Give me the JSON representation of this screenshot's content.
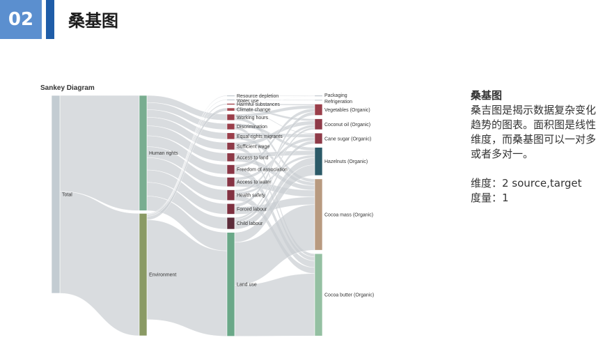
{
  "header": {
    "number": "02",
    "title": "桑基图"
  },
  "description": {
    "heading": "桑基图",
    "body": "桑吉图是揭示数据复杂变化趋势的图表。面积图是线性维度，而桑基图可以一对多或者多对一。",
    "dimension": "维度：2 source,target",
    "measure": "度量：1"
  },
  "chart_data": {
    "type": "sankey",
    "title": "Sankey Diagram",
    "levels": [
      [
        "Total"
      ],
      [
        "Human rights",
        "Environment"
      ],
      [
        "Resource depletion",
        "Water use",
        "Harmful substances",
        "Climate change",
        "Working hours",
        "Discrimination",
        "Equal rights migrants",
        "Sufficient wage",
        "Access to land",
        "Freedom of association",
        "Access to water",
        "Health safety",
        "Forced labour",
        "Child labour",
        "Land use"
      ],
      [
        "Packaging",
        "Refrigeration",
        "Vegetables (Organic)",
        "Coconut oil (Organic)",
        "Cane sugar (Organic)",
        "Hazelnuts (Organic)",
        "Cocoa mass (Organic)",
        "Cocoa butter (Organic)"
      ]
    ],
    "nodes": [
      {
        "name": "Total",
        "value": 100,
        "color": "#c3ccd2"
      },
      {
        "name": "Human rights",
        "value": 48.5,
        "color": "#79ad90"
      },
      {
        "name": "Environment",
        "value": 51.5,
        "color": "#8a9a64"
      },
      {
        "name": "Resource depletion",
        "value": 0.3,
        "color": "#b9c0c8"
      },
      {
        "name": "Water use",
        "value": 0.3,
        "color": "#b9c0c8"
      },
      {
        "name": "Harmful substances",
        "value": 0.6,
        "color": "#a54a52"
      },
      {
        "name": "Climate change",
        "value": 1.5,
        "color": "#a54a52"
      },
      {
        "name": "Working hours",
        "value": 3.0,
        "color": "#9a3e4a"
      },
      {
        "name": "Discrimination",
        "value": 3.0,
        "color": "#9a3e4a"
      },
      {
        "name": "Equal rights migrants",
        "value": 3.2,
        "color": "#9a3e4a"
      },
      {
        "name": "Sufficient wage",
        "value": 3.6,
        "color": "#8e3a48"
      },
      {
        "name": "Access to land",
        "value": 4.2,
        "color": "#8e3a48"
      },
      {
        "name": "Freedom of association",
        "value": 4.6,
        "color": "#8a3646"
      },
      {
        "name": "Access to water",
        "value": 4.6,
        "color": "#863444"
      },
      {
        "name": "Health safety",
        "value": 5.2,
        "color": "#823242"
      },
      {
        "name": "Forced labour",
        "value": 5.2,
        "color": "#7e3040"
      },
      {
        "name": "Child labour",
        "value": 5.8,
        "color": "#5c2c3a"
      },
      {
        "name": "Land use",
        "value": 51.1,
        "color": "#6aa888"
      },
      {
        "name": "Packaging",
        "value": 0.4,
        "color": "#b9c0c8"
      },
      {
        "name": "Refrigeration",
        "value": 0.3,
        "color": "#b9c0c8"
      },
      {
        "name": "Vegetables (Organic)",
        "value": 5.2,
        "color": "#9a3e4a"
      },
      {
        "name": "Coconut oil (Organic)",
        "value": 5.0,
        "color": "#8e3a48"
      },
      {
        "name": "Cane sugar (Organic)",
        "value": 5.0,
        "color": "#8e3a48"
      },
      {
        "name": "Hazelnuts (Organic)",
        "value": 13.0,
        "color": "#2c5a68"
      },
      {
        "name": "Cocoa mass (Organic)",
        "value": 33.0,
        "color": "#b89a80"
      },
      {
        "name": "Cocoa butter (Organic)",
        "value": 38.1,
        "color": "#94c0a2"
      }
    ],
    "links": [
      {
        "source": "Total",
        "target": "Human rights",
        "value": 48.5
      },
      {
        "source": "Total",
        "target": "Environment",
        "value": 51.5
      },
      {
        "source": "Environment",
        "target": "Resource depletion",
        "value": 0.3
      },
      {
        "source": "Environment",
        "target": "Water use",
        "value": 0.3
      },
      {
        "source": "Environment",
        "target": "Harmful substances",
        "value": 0.6
      },
      {
        "source": "Environment",
        "target": "Climate change",
        "value": 1.5
      },
      {
        "source": "Human rights",
        "target": "Working hours",
        "value": 3.0
      },
      {
        "source": "Human rights",
        "target": "Discrimination",
        "value": 3.0
      },
      {
        "source": "Human rights",
        "target": "Equal rights migrants",
        "value": 3.2
      },
      {
        "source": "Human rights",
        "target": "Sufficient wage",
        "value": 3.6
      },
      {
        "source": "Human rights",
        "target": "Access to land",
        "value": 4.2
      },
      {
        "source": "Human rights",
        "target": "Freedom of association",
        "value": 4.6
      },
      {
        "source": "Human rights",
        "target": "Access to water",
        "value": 4.6
      },
      {
        "source": "Human rights",
        "target": "Health safety",
        "value": 5.2
      },
      {
        "source": "Human rights",
        "target": "Forced labour",
        "value": 5.2
      },
      {
        "source": "Human rights",
        "target": "Child labour",
        "value": 5.8
      },
      {
        "source": "Human rights",
        "target": "Land use",
        "value": 9.1
      },
      {
        "source": "Environment",
        "target": "Land use",
        "value": 42.0
      },
      {
        "source": "Resource depletion",
        "target": "Packaging",
        "value": 0.3
      },
      {
        "source": "Water use",
        "target": "Refrigeration",
        "value": 0.3
      },
      {
        "source": "Harmful substances",
        "target": "Vegetables (Organic)",
        "value": 0.6
      },
      {
        "source": "Climate change",
        "target": "Coconut oil (Organic)",
        "value": 1.0
      },
      {
        "source": "Climate change",
        "target": "Packaging",
        "value": 0.1
      },
      {
        "source": "Climate change",
        "target": "Cane sugar (Organic)",
        "value": 0.4
      },
      {
        "source": "Working hours",
        "target": "Vegetables (Organic)",
        "value": 1.5
      },
      {
        "source": "Working hours",
        "target": "Cocoa mass (Organic)",
        "value": 1.5
      },
      {
        "source": "Discrimination",
        "target": "Hazelnuts (Organic)",
        "value": 1.5
      },
      {
        "source": "Discrimination",
        "target": "Cocoa butter (Organic)",
        "value": 1.5
      },
      {
        "source": "Equal rights migrants",
        "target": "Cane sugar (Organic)",
        "value": 1.6
      },
      {
        "source": "Equal rights migrants",
        "target": "Cocoa mass (Organic)",
        "value": 1.6
      },
      {
        "source": "Sufficient wage",
        "target": "Coconut oil (Organic)",
        "value": 1.8
      },
      {
        "source": "Sufficient wage",
        "target": "Cocoa butter (Organic)",
        "value": 1.8
      },
      {
        "source": "Access to land",
        "target": "Hazelnuts (Organic)",
        "value": 2.1
      },
      {
        "source": "Access to land",
        "target": "Cocoa mass (Organic)",
        "value": 2.1
      },
      {
        "source": "Freedom of association",
        "target": "Vegetables (Organic)",
        "value": 1.5
      },
      {
        "source": "Freedom of association",
        "target": "Cocoa butter (Organic)",
        "value": 3.1
      },
      {
        "source": "Access to water",
        "target": "Cane sugar (Organic)",
        "value": 1.5
      },
      {
        "source": "Access to water",
        "target": "Cocoa mass (Organic)",
        "value": 3.1
      },
      {
        "source": "Health safety",
        "target": "Coconut oil (Organic)",
        "value": 1.2
      },
      {
        "source": "Health safety",
        "target": "Hazelnuts (Organic)",
        "value": 1.2
      },
      {
        "source": "Health safety",
        "target": "Cocoa butter (Organic)",
        "value": 2.8
      },
      {
        "source": "Forced labour",
        "target": "Vegetables (Organic)",
        "value": 1.6
      },
      {
        "source": "Forced labour",
        "target": "Cocoa mass (Organic)",
        "value": 3.6
      },
      {
        "source": "Child labour",
        "target": "Coconut oil (Organic)",
        "value": 1.0
      },
      {
        "source": "Child labour",
        "target": "Cane sugar (Organic)",
        "value": 1.5
      },
      {
        "source": "Child labour",
        "target": "Hazelnuts (Organic)",
        "value": 3.3
      },
      {
        "source": "Land use",
        "target": "Cocoa mass (Organic)",
        "value": 21.1
      },
      {
        "source": "Land use",
        "target": "Cocoa butter (Organic)",
        "value": 28.9
      },
      {
        "source": "Land use",
        "target": "Hazelnuts (Organic)",
        "value": 4.9
      },
      {
        "source": "Land use",
        "target": "Packaging",
        "value": 0.0
      }
    ],
    "link_color": "#c9cdd2"
  }
}
